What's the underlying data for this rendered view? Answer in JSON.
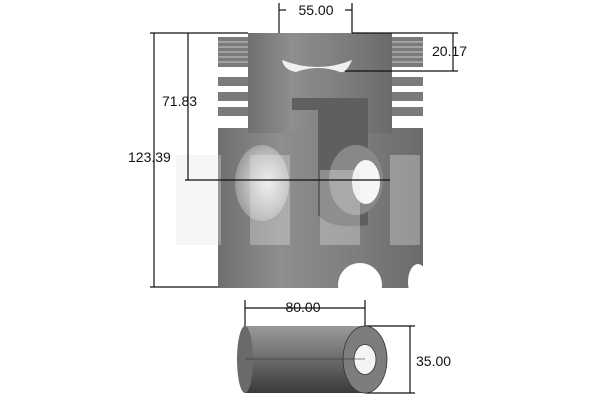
{
  "dimensions": {
    "pin_bore_width": "55.00",
    "crown_to_bowl": "20.17",
    "crown_to_pin_axis": "71.83",
    "total_height": "123.39",
    "pin_length": "80.00",
    "pin_diameter": "35.00"
  },
  "colors": {
    "metal": "#8a8a8a",
    "line": "#111111"
  }
}
